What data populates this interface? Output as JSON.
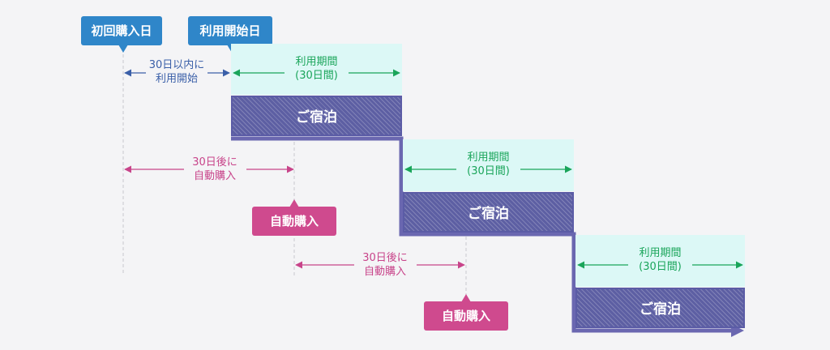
{
  "labels": {
    "first_purchase_day": "初回購入日",
    "usage_start_day": "利用開始日",
    "start_within": [
      "30日以内に",
      "利用開始"
    ],
    "usage_period": [
      "利用期間",
      "(30日間)"
    ],
    "stay": "ご宿泊",
    "after_30_days": [
      "30日後に",
      "自動購入"
    ],
    "auto_purchase": "自動購入"
  },
  "colors": {
    "blue_bubble": "#2f86c9",
    "pink_bubble": "#cf4a8e",
    "period_bg": "#dcf8f6",
    "stay_block": "#5d5fa3",
    "green_arrow": "#1aa55a",
    "blue_arrow": "#3a5fa8",
    "pink_arrow": "#c8448a",
    "step_line": "#6a67b0"
  }
}
